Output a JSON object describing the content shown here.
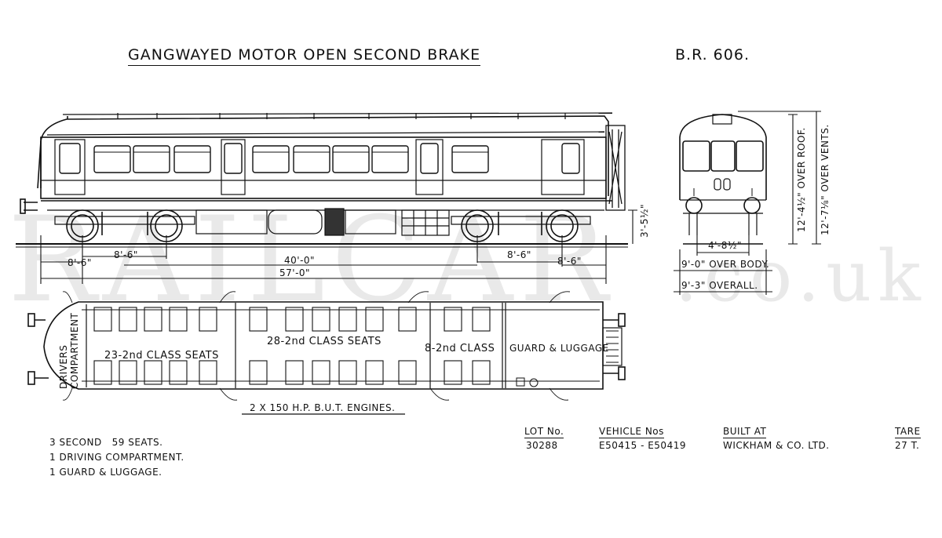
{
  "title": "GANGWAYED MOTOR OPEN SECOND BRAKE",
  "diagram_no": "B.R. 606.",
  "watermark": {
    "main": "RAILCAR",
    "suffix": ".co.uk"
  },
  "side_elevation": {
    "dims": {
      "bogie_pitch_left": "8'-6\"",
      "bogie_wheelbase_left": "8'-6\"",
      "bogie_centres": "40'-0\"",
      "bogie_wheelbase_right": "8'-6\"",
      "bogie_pitch_right": "8'-6\"",
      "length_over_body": "57'-0\"",
      "floor_height": "3'-5½\""
    }
  },
  "end_elevation": {
    "dims": {
      "height_over_roof": "12'-4½\" OVER ROOF.",
      "height_over_vents": "12'-7⅛\" OVER VENTS.",
      "buffer_centres": "4'-8½\"",
      "width_over_body": "9'-0\" OVER BODY.",
      "width_overall": "9'-3\" OVERALL."
    }
  },
  "plan": {
    "drivers_compartment": "DRIVERS COMPARTMENT",
    "seats_23": "23-2nd CLASS SEATS",
    "seats_28": "28-2nd CLASS SEATS",
    "seats_8": "8-2nd CLASS",
    "guard": "GUARD & LUGGAGE",
    "engines": "2 X 150 H.P. B.U.T. ENGINES."
  },
  "summary": [
    "3 SECOND   59 SEATS.",
    "1 DRIVING COMPARTMENT.",
    "1 GUARD & LUGGAGE."
  ],
  "info_table": {
    "lot": {
      "header": "LOT No.",
      "value": "30288"
    },
    "vehicle": {
      "header": "VEHICLE Nos",
      "value": "E50415 - E50419"
    },
    "built": {
      "header": "BUILT AT",
      "value": "WICKHAM & CO. LTD."
    },
    "tare": {
      "header": "TARE",
      "value": "27 T."
    }
  }
}
